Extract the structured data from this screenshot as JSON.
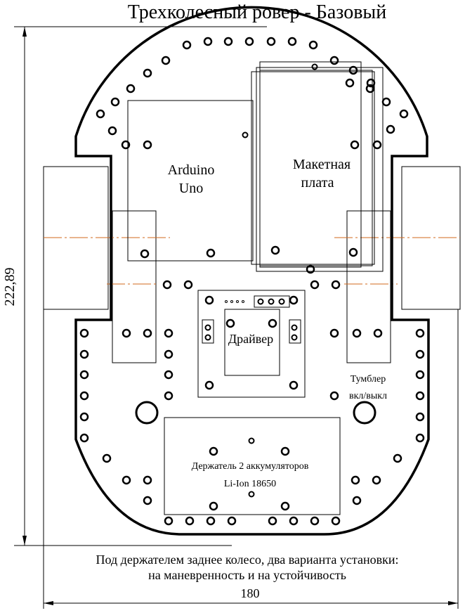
{
  "title": "Трехколесный ровер - Базовый",
  "labels": {
    "arduino_line1": "Arduino",
    "arduino_line2": "Uno",
    "breadboard_line1": "Макетная",
    "breadboard_line2": "плата",
    "driver": "Драйвер",
    "switch_line1": "Тумблер",
    "switch_line2": "вкл/выкл",
    "battery_line1": "Держатель 2 аккумуляторов",
    "battery_line2": "Li-Ion 18650"
  },
  "dimensions": {
    "height": "222,89",
    "width": "180"
  },
  "note": {
    "line1": "Под держателем заднее колесо, два варианта установки:",
    "line2": "на маневренность и на устойчивость"
  },
  "colors": {
    "line": "#000000",
    "centerline": "#d2691e"
  }
}
